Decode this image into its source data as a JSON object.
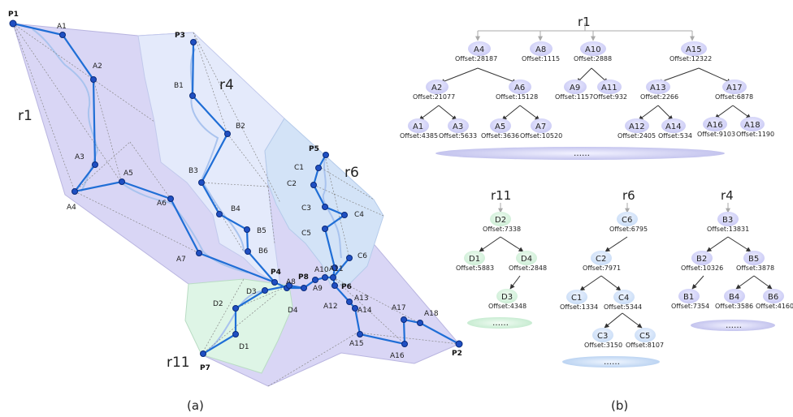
{
  "map": {
    "caption": "(a)",
    "regions": [
      "r1",
      "r4",
      "r6",
      "r11"
    ],
    "points": [
      "P1",
      "P2",
      "P3",
      "P4",
      "P5",
      "P6",
      "P7",
      "P8"
    ],
    "a_nodes": [
      "A1",
      "A2",
      "A3",
      "A4",
      "A5",
      "A6",
      "A7",
      "A8",
      "A9",
      "A10",
      "A11",
      "A12",
      "A13",
      "A14",
      "A15",
      "A16",
      "A17",
      "A18"
    ],
    "b_nodes": [
      "B1",
      "B2",
      "B3",
      "B4",
      "B5",
      "B6"
    ],
    "c_nodes": [
      "C1",
      "C2",
      "C3",
      "C4",
      "C5",
      "C6"
    ],
    "d_nodes": [
      "D1",
      "D2",
      "D3",
      "D4"
    ]
  },
  "trees": {
    "caption": "(b)",
    "ellipsis": "……",
    "r1": {
      "root": "r1",
      "nodes": [
        {
          "id": "A4",
          "offset": "Offset:28187"
        },
        {
          "id": "A8",
          "offset": "Offset:1115"
        },
        {
          "id": "A10",
          "offset": "Offset:2888"
        },
        {
          "id": "A15",
          "offset": "Offset:12322"
        },
        {
          "id": "A2",
          "offset": "Offset:21077"
        },
        {
          "id": "A6",
          "offset": "Offset:15128"
        },
        {
          "id": "A9",
          "offset": "Offset:1157"
        },
        {
          "id": "A11",
          "offset": "Offset:932"
        },
        {
          "id": "A13",
          "offset": "Offset:2266"
        },
        {
          "id": "A17",
          "offset": "Offset:6878"
        },
        {
          "id": "A1",
          "offset": "Offset:4385"
        },
        {
          "id": "A3",
          "offset": "Offset:5633"
        },
        {
          "id": "A5",
          "offset": "Offset:3636"
        },
        {
          "id": "A7",
          "offset": "Offset:10520"
        },
        {
          "id": "A12",
          "offset": "Offset:2405"
        },
        {
          "id": "A14",
          "offset": "Offset:534"
        },
        {
          "id": "A16",
          "offset": "Offset:9103"
        },
        {
          "id": "A18",
          "offset": "Offset:1190"
        }
      ]
    },
    "r11": {
      "root": "r11",
      "nodes": [
        {
          "id": "D2",
          "offset": "Offset:7338"
        },
        {
          "id": "D1",
          "offset": "Offset:5883"
        },
        {
          "id": "D4",
          "offset": "Offset:2848"
        },
        {
          "id": "D3",
          "offset": "Offset:4348"
        }
      ]
    },
    "r6": {
      "root": "r6",
      "nodes": [
        {
          "id": "C6",
          "offset": "Offset:6795"
        },
        {
          "id": "C2",
          "offset": "Offset:7971"
        },
        {
          "id": "C1",
          "offset": "Offset:1334"
        },
        {
          "id": "C4",
          "offset": "Offset:5344"
        },
        {
          "id": "C3",
          "offset": "Offset:3150"
        },
        {
          "id": "C5",
          "offset": "Offset:8107"
        }
      ]
    },
    "r4": {
      "root": "r4",
      "nodes": [
        {
          "id": "B3",
          "offset": "Offset:13831"
        },
        {
          "id": "B2",
          "offset": "Offset:10326"
        },
        {
          "id": "B5",
          "offset": "Offset:3878"
        },
        {
          "id": "B1",
          "offset": "Offset:7354"
        },
        {
          "id": "B4",
          "offset": "Offset:3586"
        },
        {
          "id": "B6",
          "offset": "Offset:4160"
        }
      ]
    }
  }
}
